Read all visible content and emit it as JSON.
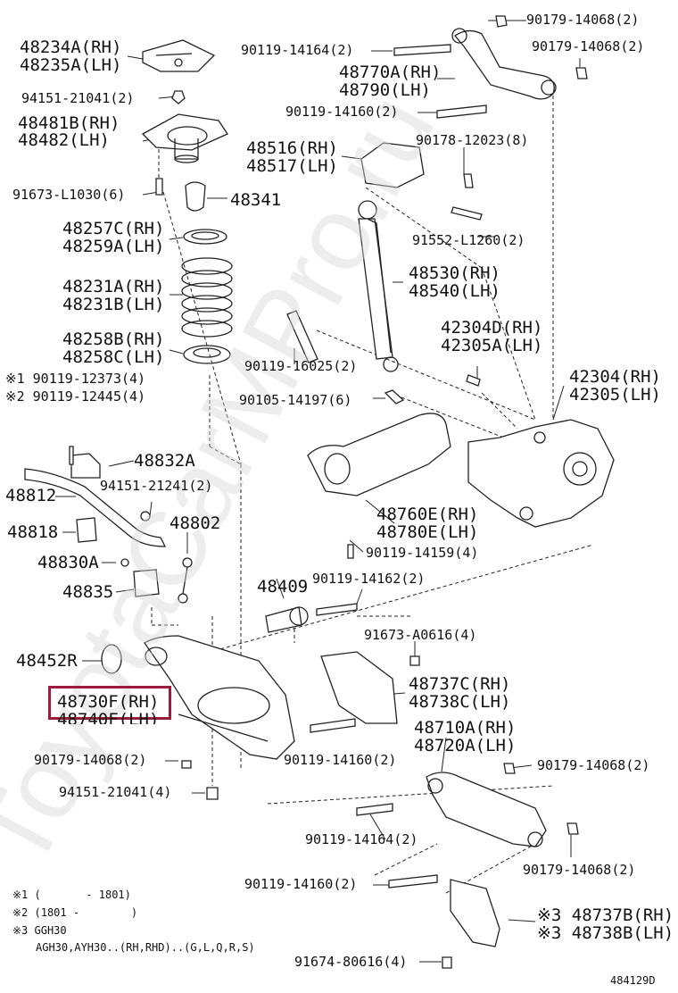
{
  "diagram": {
    "code": "484129D",
    "highlight_color": "#9b1b3e",
    "watermark": "ToyotaCarMPro.ru",
    "labels": {
      "p48234A": "48234A(RH)",
      "p48235A": "48235A(LH)",
      "p94151_21041_top": "94151-21041(2)",
      "p48481B": "48481B(RH)",
      "p48482": "48482(LH)",
      "p91673_L1030": "91673-L1030(6)",
      "p48341": "48341",
      "p48257C": "48257C(RH)",
      "p48259A": "48259A(LH)",
      "p48231A": "48231A(RH)",
      "p48231B": "48231B(LH)",
      "p48258B": "48258B(RH)",
      "p48258C": "48258C(LH)",
      "p90119_12373": "※1 90119-12373(4)",
      "p90119_12445": "※2 90119-12445(4)",
      "p48832A": "48832A",
      "p48812": "48812",
      "p94151_21241": "94151-21241(2)",
      "p48818": "48818",
      "p48802": "48802",
      "p48830A": "48830A",
      "p48835": "48835",
      "p48452R": "48452R",
      "p48730F": "48730F(RH)",
      "p48740F": "48740F(LH)",
      "p90179_14068_left": "90179-14068(2)",
      "p94151_21041_bottom": "94151-21041(4)",
      "p90119_14164_top": "90119-14164(2)",
      "p90179_14068_top1": "90179-14068(2)",
      "p90179_14068_top2": "90179-14068(2)",
      "p48770A": "48770A(RH)",
      "p48790": "48790(LH)",
      "p90119_14160_top": "90119-14160(2)",
      "p48516": "48516(RH)",
      "p48517": "48517(LH)",
      "p90178_12023": "90178-12023(8)",
      "p91552_L1260": "91552-L1260(2)",
      "p48530": "48530(RH)",
      "p48540": "48540(LH)",
      "p42304D": "42304D(RH)",
      "p42305A": "42305A(LH)",
      "p90119_16025": "90119-16025(2)",
      "p90105_14197": "90105-14197(6)",
      "p42304": "42304(RH)",
      "p42305": "42305(LH)",
      "p48760E": "48760E(RH)",
      "p48780E": "48780E(LH)",
      "p90119_14159": "90119-14159(4)",
      "p48409": "48409",
      "p90119_14162": "90119-14162(2)",
      "p91673_A0616": "91673-A0616(4)",
      "p48737C": "48737C(RH)",
      "p48738C": "48738C(LH)",
      "p48710A": "48710A(RH)",
      "p48720A": "48720A(LH)",
      "p90119_14160_mid": "90119-14160(2)",
      "p90179_14068_right1": "90179-14068(2)",
      "p90119_14164_bottom": "90119-14164(2)",
      "p90179_14068_right2": "90179-14068(2)",
      "p90119_14160_bottom": "90119-14160(2)",
      "p48737B": "※3 48737B(RH)",
      "p48738B": "※3 48738B(LH)",
      "p91674_80616": "91674-80616(4)"
    },
    "notes": [
      "※1 (       - 1801)",
      "※2 (1801 -        )",
      "※3 GGH30",
      "AGH30,AYH30..(RH,RHD)..(G,L,Q,R,S)"
    ]
  }
}
